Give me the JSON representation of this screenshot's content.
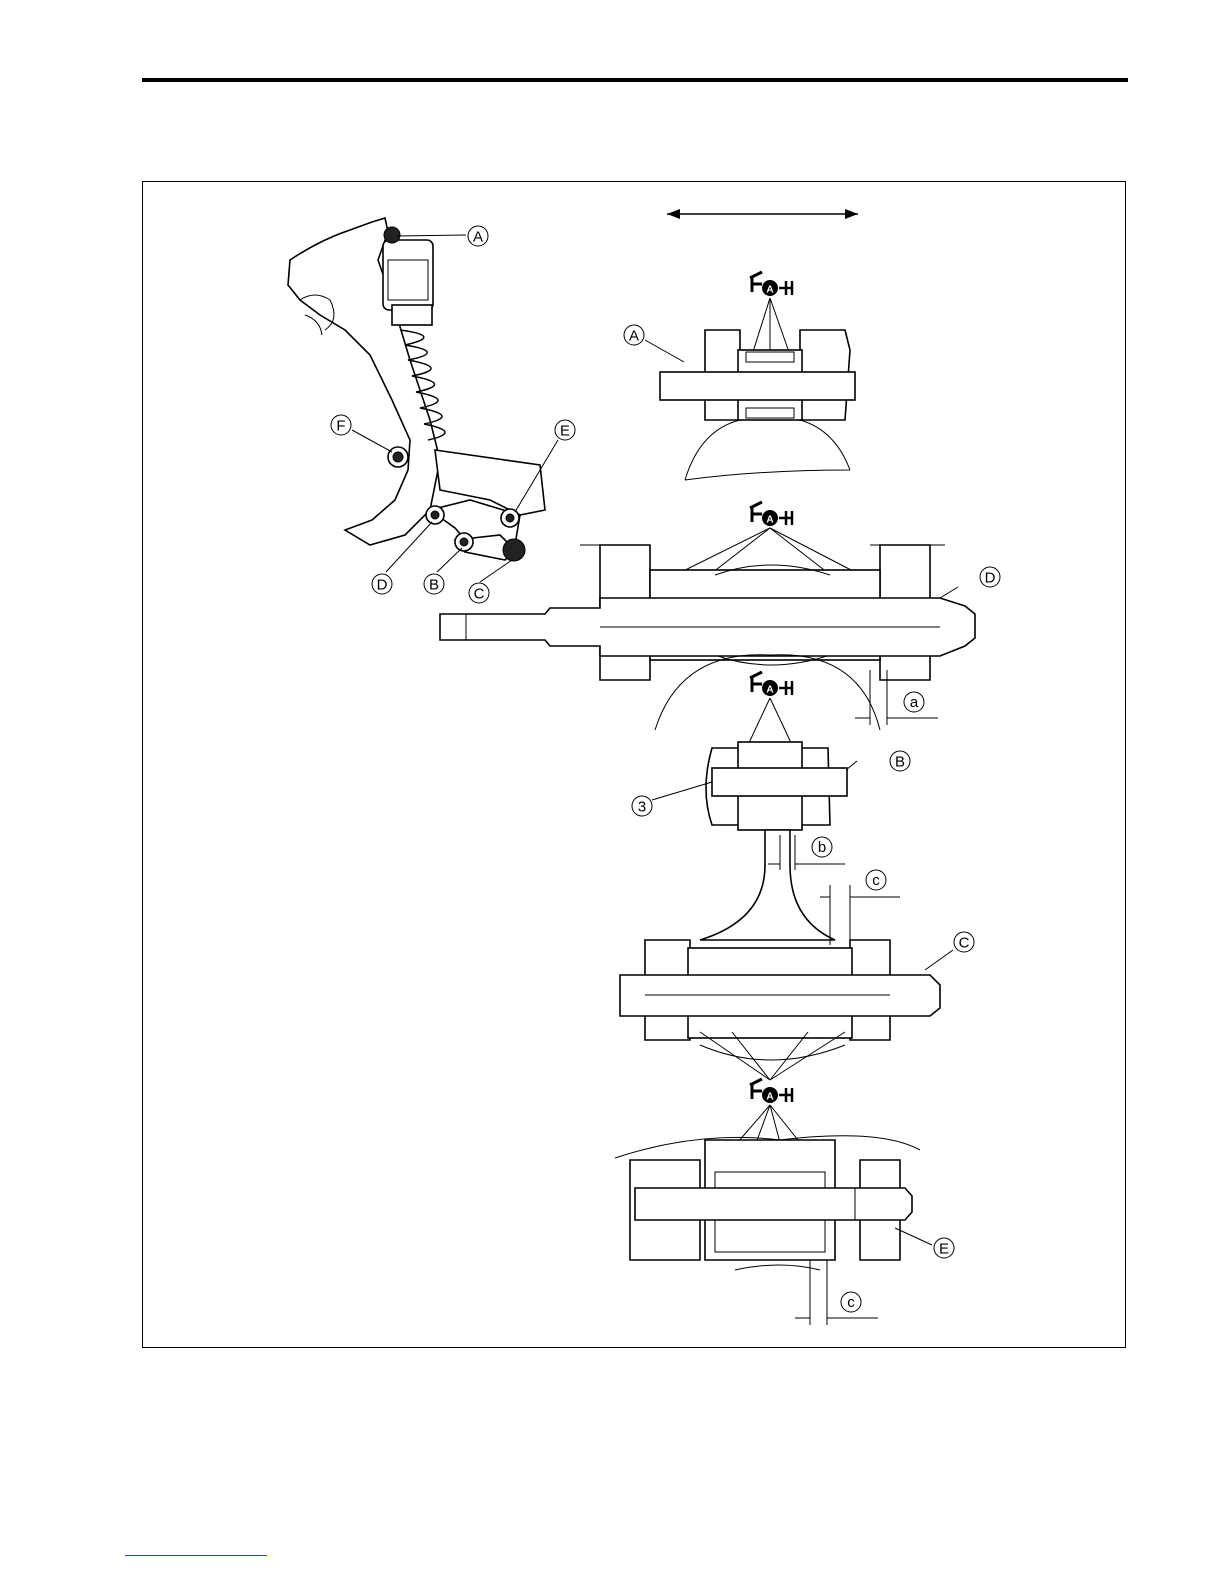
{
  "callouts": {
    "A": "A",
    "B": "B",
    "C": "C",
    "D": "D",
    "E": "E",
    "F": "F",
    "a": "a",
    "b": "b",
    "c": "c",
    "part3": "3"
  },
  "grease_symbol_letter": "A",
  "icons": [
    "grease-gun-icon",
    "double-arrow-icon"
  ],
  "colors": {
    "ink": "#000000",
    "link": "#1a3fd0"
  }
}
